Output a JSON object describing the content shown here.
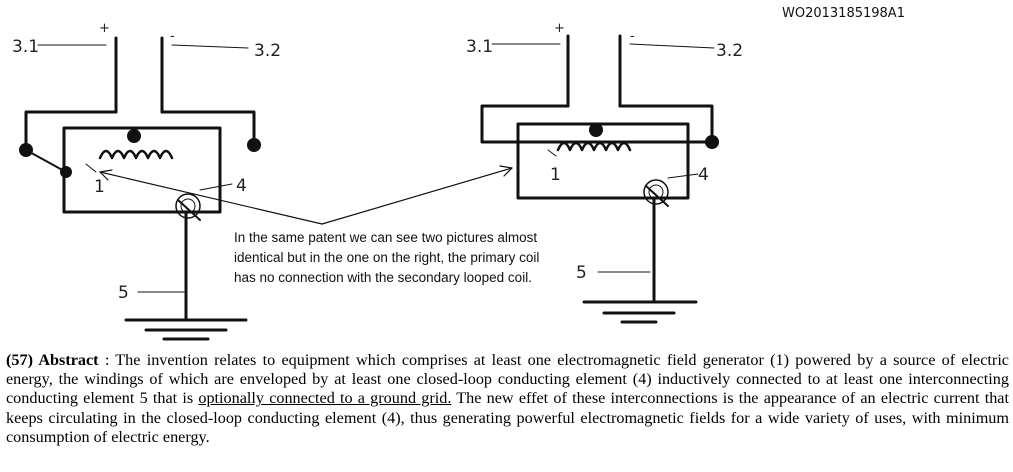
{
  "patent_number": "WO2013185198A1",
  "annotation_text": "In the same patent we can see two pictures almost identical but in the one on the right, the primary coil has no connection with the secondary looped coil.",
  "figures": {
    "left": {
      "terminal_left": "3.1",
      "terminal_right": "3.2",
      "polarity_positive": "+",
      "polarity_negative": "-",
      "generator_label": "1",
      "loop_label": "4",
      "interconnect_label": "5"
    },
    "right": {
      "terminal_left": "3.1",
      "terminal_right": "3.2",
      "polarity_positive": "+",
      "polarity_negative": "-",
      "generator_label": "1",
      "loop_label": "4",
      "interconnect_label": "5"
    }
  },
  "abstract": {
    "heading": "(57) Abstract",
    "text_before": " : The invention relates to equipment which comprises at least one electromagnetic field generator (1) powered by a source of electric energy, the windings of which are enveloped by at least one closed-loop conducting element (4) inductively connected to at least one interconnecting conducting element 5 that is ",
    "underlined": "optionally connected to a ground grid.",
    "text_after": " The new effet of these interconnections is the appearance of an electric current that keeps circulating in the closed-loop conducting element (4), thus generating powerful electromagnetic fields for a wide variety of uses, with minimum consumption of electric energy."
  }
}
